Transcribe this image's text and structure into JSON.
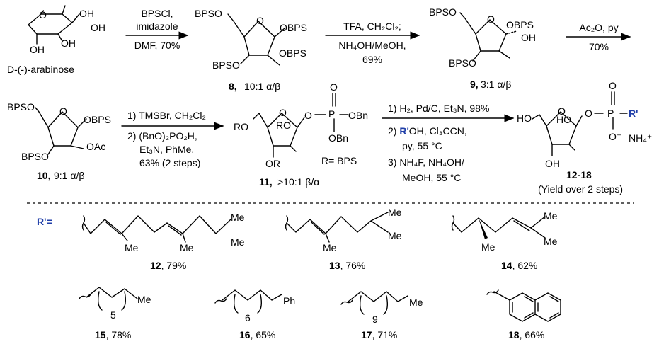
{
  "row1": {
    "start_label": "D-(-)-arabinose",
    "start_oh": [
      "OH",
      "OH",
      "OH",
      "OH"
    ],
    "step1": {
      "reagent1": "BPSCl,",
      "reagent2": "imidazole",
      "conditions": "DMF, 70%"
    },
    "cmpd8": {
      "number": "8,",
      "ratio": "10:1 α/β",
      "groups": [
        "BPSO",
        "OBPS",
        "OBPS",
        "BPSO"
      ]
    },
    "step2": {
      "reagent1": "TFA, CH₂Cl₂;",
      "reagent2": "NH₄OH/MeOH,",
      "yield": "69%"
    },
    "cmpd9": {
      "number": "9,",
      "ratio": "3:1 α/β",
      "groups": [
        "BPSO",
        "OBPS",
        "OH",
        "BPSO"
      ]
    },
    "step3": {
      "reagent": "Ac₂O, py",
      "yield": "70%"
    }
  },
  "row2": {
    "cmpd10": {
      "number": "10,",
      "ratio": "9:1 α/β",
      "groups": [
        "BPSO",
        "OBPS",
        "OAc",
        "BPSO"
      ]
    },
    "step4": {
      "line1": "1) TMSBr, CH₂Cl₂",
      "line2": "2) (BnO)₂PO₂H,",
      "line3": "Et₃N, PhMe,",
      "line4": "63% (2 steps)"
    },
    "cmpd11": {
      "number": "11,",
      "ratio": ">10:1 β/α",
      "groups": [
        "RO",
        "RO",
        "O",
        "P",
        "OBn",
        "OBn",
        "O",
        "OR"
      ],
      "r_def": "R= BPS"
    },
    "step5": {
      "line1": "1) H₂, Pd/C, Et₃N, 98%",
      "line2_prefix": "2) ",
      "line2_r": "R'",
      "line2_suffix": "OH, Cl₃CCN,",
      "line3": "py, 55 °C",
      "line4": "3) NH₄F, NH₄OH/",
      "line5": "MeOH, 55 °C"
    },
    "cmpd12_18": {
      "number": "12-18",
      "yield_note": "(Yield over 2 steps)",
      "groups": [
        "HO",
        "HO",
        "O",
        "P",
        "O",
        "O⁻",
        "R'",
        "OH",
        "NH₄⁺"
      ]
    }
  },
  "rgroups": {
    "label": "R'=",
    "items": [
      {
        "id": "12",
        "yield": ", 79%",
        "labels": [
          "Me",
          "Me",
          "Me",
          "Me"
        ]
      },
      {
        "id": "13",
        "yield": ", 76%",
        "labels": [
          "Me",
          "Me",
          "Me"
        ]
      },
      {
        "id": "14",
        "yield": ", 62%",
        "labels": [
          "Me",
          "Me",
          "Me"
        ]
      },
      {
        "id": "15",
        "yield": ", 78%",
        "labels": [
          "5",
          "Me"
        ]
      },
      {
        "id": "16",
        "yield": ", 65%",
        "labels": [
          "6",
          "Ph"
        ]
      },
      {
        "id": "17",
        "yield": ", 71%",
        "labels": [
          "9",
          "Me"
        ]
      },
      {
        "id": "18",
        "yield": ", 66%",
        "labels": []
      }
    ]
  }
}
